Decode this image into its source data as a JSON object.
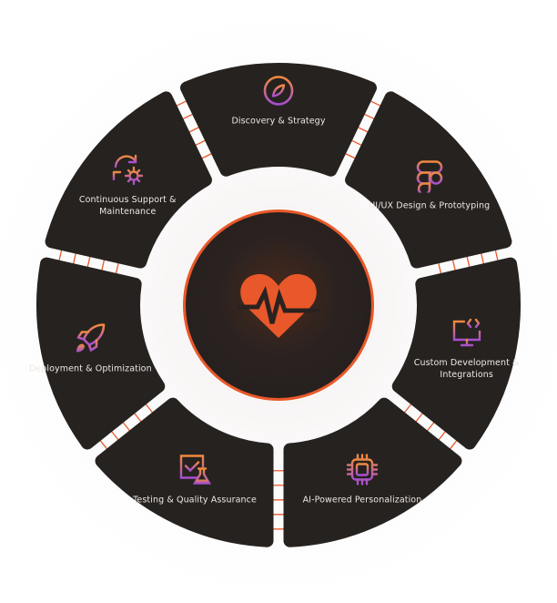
{
  "diagram": {
    "center": {
      "icon": "heart-pulse-icon"
    },
    "colors": {
      "segment": "#262220",
      "accent": "#e9582a",
      "gradient_start": "#f08a3c",
      "gradient_end": "#a64ed0",
      "text": "#ece8e6"
    },
    "stages": [
      {
        "label": "Discovery & Strategy",
        "icon": "compass-icon"
      },
      {
        "label": "UI/UX Design & Prototyping",
        "icon": "figma-icon"
      },
      {
        "label": "Custom Development & Integrations",
        "icon": "monitor-code-icon"
      },
      {
        "label": "AI-Powered Personalization",
        "icon": "chip-icon"
      },
      {
        "label": "Testing & Quality Assurance",
        "icon": "checklist-flask-icon"
      },
      {
        "label": "Deployment & Optimization",
        "icon": "rocket-icon"
      },
      {
        "label": "Continuous Support & Maintenance",
        "icon": "refresh-gear-icon"
      }
    ]
  }
}
